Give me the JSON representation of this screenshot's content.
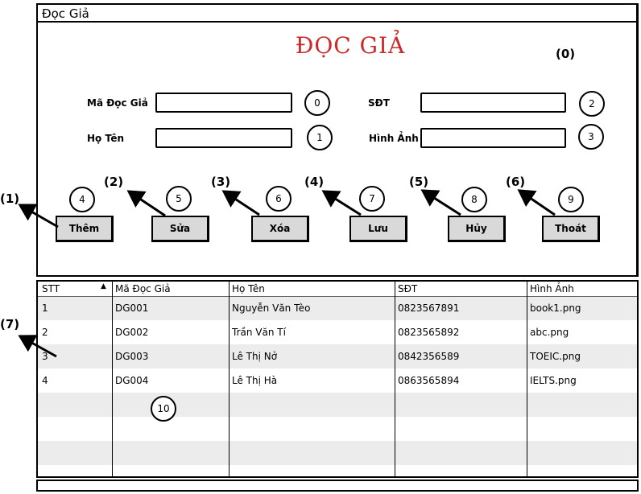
{
  "window": {
    "title": "Đọc Giả"
  },
  "form": {
    "heading": "ĐỌC GIẢ",
    "heading_note": "(0)",
    "fields": [
      {
        "label": "Mã Đọc Giả",
        "value": "",
        "marker": "0"
      },
      {
        "label": "Họ Tên",
        "value": "",
        "marker": "1"
      },
      {
        "label": "SĐT",
        "value": "",
        "marker": "2"
      },
      {
        "label": "Hình Ảnh",
        "value": "",
        "marker": "3"
      }
    ]
  },
  "buttons": [
    {
      "label": "Thêm",
      "marker": "4",
      "note": "(1)"
    },
    {
      "label": "Sửa",
      "marker": "5",
      "note": "(2)"
    },
    {
      "label": "Xóa",
      "marker": "6",
      "note": "(3)"
    },
    {
      "label": "Lưu",
      "marker": "7",
      "note": "(4)"
    },
    {
      "label": "Hủy",
      "marker": "8",
      "note": "(5)"
    },
    {
      "label": "Thoát",
      "marker": "9",
      "note": "(6)"
    }
  ],
  "table": {
    "note": "(7)",
    "marker": "10",
    "sort_indicator": "▲",
    "columns": [
      "STT",
      "Mã Đọc Giả",
      "Họ Tên",
      "SĐT",
      "Hình Ảnh"
    ],
    "rows": [
      [
        "1",
        "DG001",
        "Nguyễn Văn Tèo",
        "0823567891",
        "book1.png"
      ],
      [
        "2",
        "DG002",
        "Trần Văn Tí",
        "0823565892",
        "abc.png"
      ],
      [
        "3",
        "DG003",
        "Lê Thị Nở",
        "0842356589",
        "TOEIC.png"
      ],
      [
        "4",
        "DG004",
        "Lê Thị Hà",
        "0863565894",
        "IELTS.png"
      ]
    ]
  }
}
